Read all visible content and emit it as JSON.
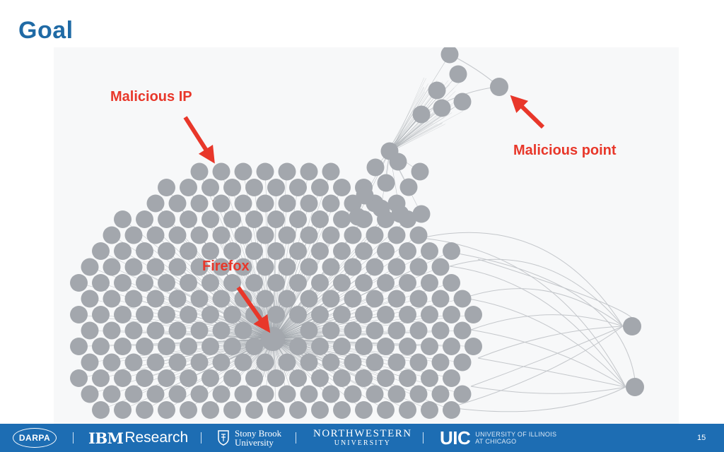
{
  "slide": {
    "title": "Goal",
    "page_number": "15"
  },
  "annotations": {
    "malicious_ip": "Malicious IP",
    "malicious_point": "Malicious point",
    "firefox": "Firefox"
  },
  "footer": {
    "darpa": "DARPA",
    "ibm_word": "IBM",
    "ibm_research": "Research",
    "stony_brook_line1": "Stony Brook",
    "stony_brook_line2": "University",
    "northwestern_line1": "NORTHWESTERN",
    "northwestern_line2": "UNIVERSITY",
    "uic_mark": "UIC",
    "uic_line1": "UNIVERSITY OF ILLINOIS",
    "uic_line2": "AT CHICAGO"
  },
  "colors": {
    "title_blue": "#1f6aa5",
    "annotation_red": "#e8372a",
    "footer_blue": "#1d6db3",
    "node_gray": "#a3a7ad"
  }
}
